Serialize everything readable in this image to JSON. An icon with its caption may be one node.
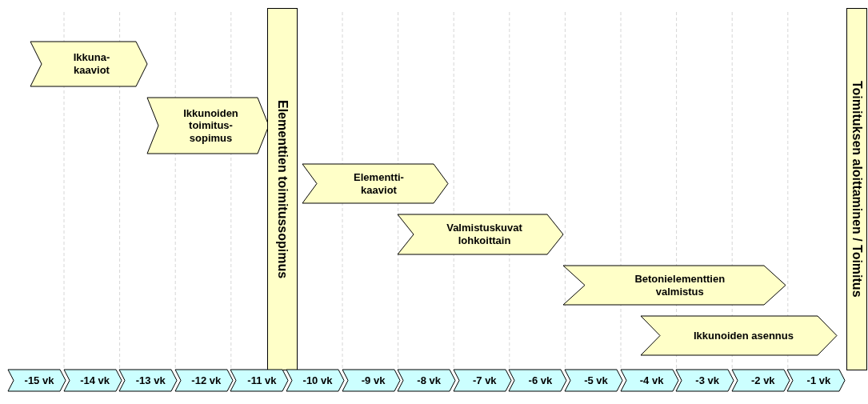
{
  "diagram": {
    "nodes": [
      {
        "text": [
          "Ikkuna- kaaviot"
        ]
      },
      {
        "text": [
          "Ikkunoiden toimitus- sopimus"
        ]
      },
      {
        "text": [
          "Elementtien toimitussopimus"
        ]
      },
      {
        "text": [
          "Elementti- kaaviot"
        ]
      },
      {
        "text": [
          "Valmistuskuvat lohkoittain"
        ]
      },
      {
        "text": [
          "Betonielementtien valmistus"
        ]
      },
      {
        "text": [
          "Ikkunoiden asennus"
        ]
      },
      {
        "text": [
          "Toimituksen aloittaminen / Toimitus"
        ]
      },
      {
        "text": [
          "-15 vk"
        ]
      },
      {
        "text": [
          "-14 vk"
        ]
      },
      {
        "text": [
          "-13 vk"
        ]
      },
      {
        "text": [
          "-12 vk"
        ]
      },
      {
        "text": [
          "-11 vk"
        ]
      },
      {
        "text": [
          "-10 vk"
        ]
      },
      {
        "text": [
          "-9 vk"
        ]
      },
      {
        "text": [
          "-8 vk"
        ]
      },
      {
        "text": [
          "-7 vk"
        ]
      },
      {
        "text": [
          "-6 vk"
        ]
      },
      {
        "text": [
          "-5 vk"
        ]
      },
      {
        "text": [
          "-4 vk"
        ]
      },
      {
        "text": [
          "-3 vk"
        ]
      },
      {
        "text": [
          "-2 vk"
        ]
      },
      {
        "text": [
          "-1 vk"
        ]
      }
    ],
    "edges": []
  }
}
